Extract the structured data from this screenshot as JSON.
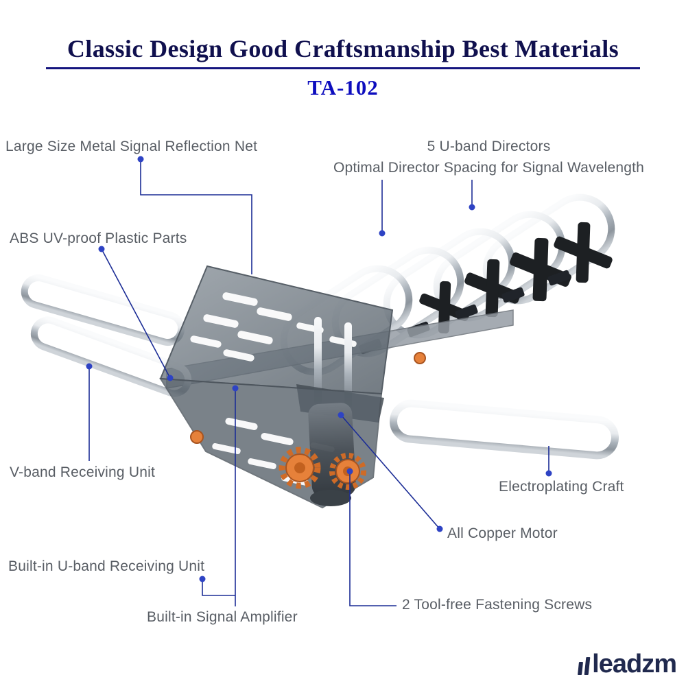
{
  "header": {
    "title": "Classic Design Good Craftsmanship Best Materials",
    "model": "TA-102"
  },
  "callouts": {
    "reflection_net": "Large Size Metal Signal Reflection Net",
    "directors_line1": "5 U-band Directors",
    "directors_line2": "Optimal Director Spacing for Signal Wavelength",
    "abs_plastic": "ABS UV-proof Plastic Parts",
    "v_band": "V-band Receiving Unit",
    "electroplating": "Electroplating Craft",
    "copper_motor": "All Copper Motor",
    "u_band_receiving": "Built-in U-band Receiving Unit",
    "signal_amplifier": "Built-in Signal Amplifier",
    "fastening_screws": "2 Tool-free Fastening Screws"
  },
  "logo": {
    "text": "leadzm"
  },
  "colors": {
    "title_navy": "#10104e",
    "model_blue": "#0d0dbe",
    "label_gray": "#585d64",
    "callout_line": "#1c2d96",
    "callout_dot": "#2e43c4",
    "chrome": "#c9ced4",
    "smoke_gray": "#6e7880",
    "black_plastic": "#1d2023",
    "orange": "#e6813a"
  }
}
